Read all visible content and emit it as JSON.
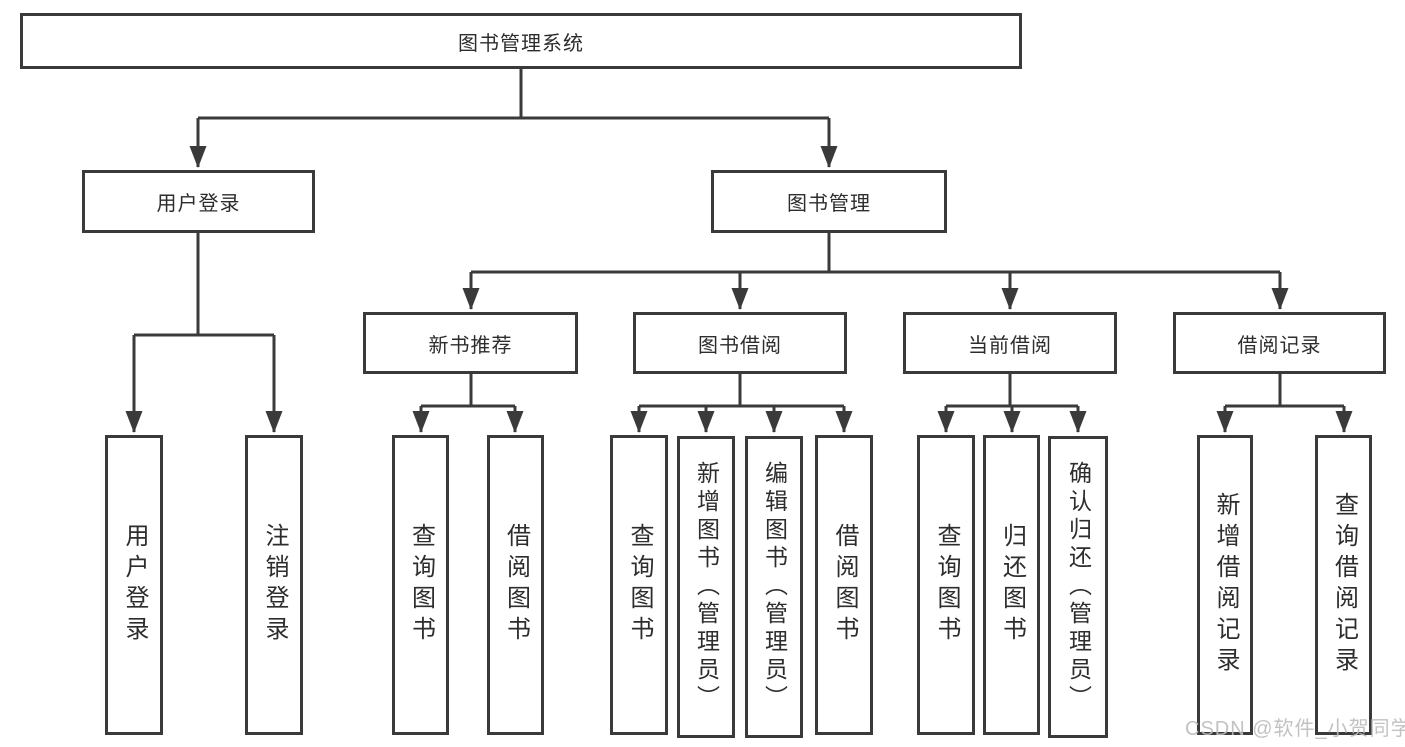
{
  "tree": {
    "root": "图书管理系统",
    "children": [
      {
        "label": "用户登录",
        "children": [
          "用户登录",
          "注销登录"
        ]
      },
      {
        "label": "图书管理",
        "children": [
          {
            "label": "新书推荐",
            "children": [
              "查询图书",
              "借阅图书"
            ]
          },
          {
            "label": "图书借阅",
            "children": [
              "查询图书",
              "新增图书（管理员）",
              "编辑图书（管理员）",
              "借阅图书"
            ]
          },
          {
            "label": "当前借阅",
            "children": [
              "查询图书",
              "归还图书",
              "确认归还（管理员）"
            ]
          },
          {
            "label": "借阅记录",
            "children": [
              "新增借阅记录",
              "查询借阅记录"
            ]
          }
        ]
      }
    ]
  },
  "watermark": {
    "text": "CSDN @软件_小贺同学"
  },
  "colors": {
    "line": "#3a3a3a",
    "box_border": "#3a3a3a",
    "text": "#2d2d2d",
    "watermark": "#bcbcbc"
  }
}
